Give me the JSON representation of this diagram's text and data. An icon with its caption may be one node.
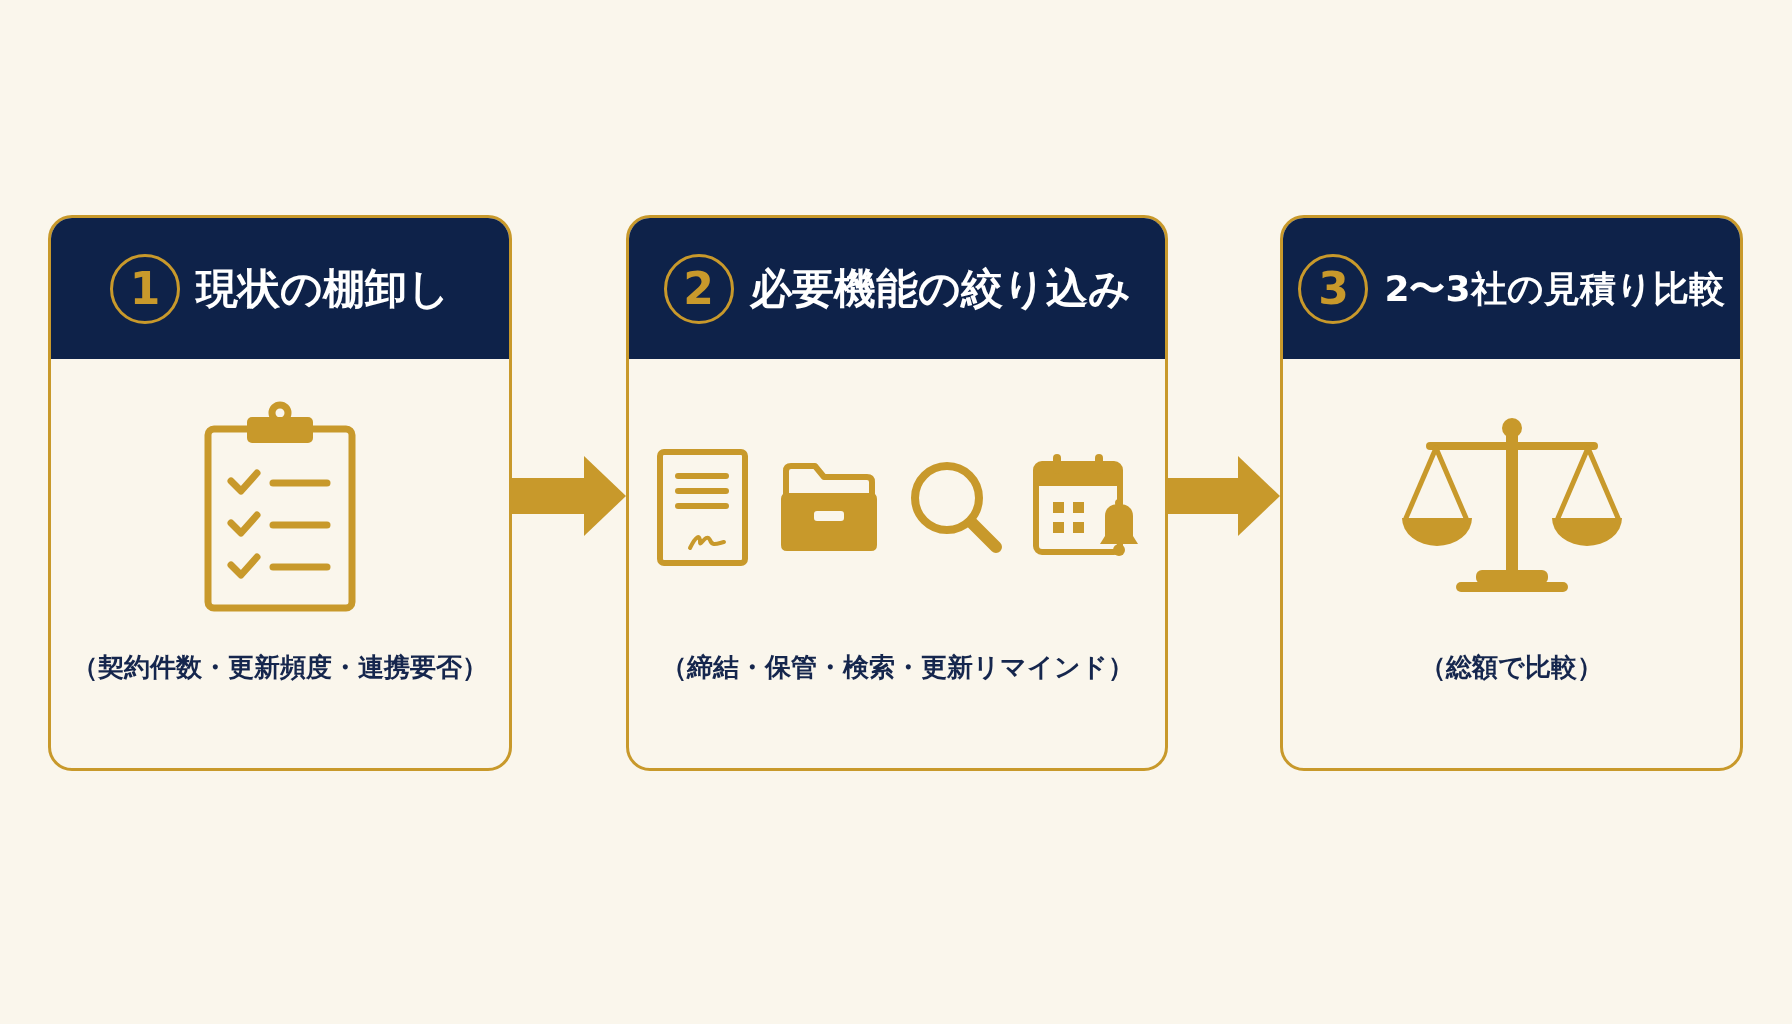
{
  "diagram": {
    "nodes": [
      {
        "text": [
          "現状の棚卸し",
          "（契約件数・更新頻度・連携要否）"
        ]
      },
      {
        "text": [
          "1"
        ],
        "in": 0
      },
      {
        "text": [
          "必要機能の絞り込み",
          "（締結・保管・検索・更新リマインド）"
        ]
      },
      {
        "text": [
          "2"
        ],
        "in": 2
      },
      {
        "text": [
          "2〜3社の見積り比較",
          "（総額で比較）"
        ]
      },
      {
        "text": [
          "3"
        ],
        "in": 4
      }
    ],
    "edges": [
      {
        "from": 0,
        "to": 2,
        "arrow": "to"
      },
      {
        "from": 2,
        "to": 4,
        "arrow": "to"
      }
    ]
  }
}
